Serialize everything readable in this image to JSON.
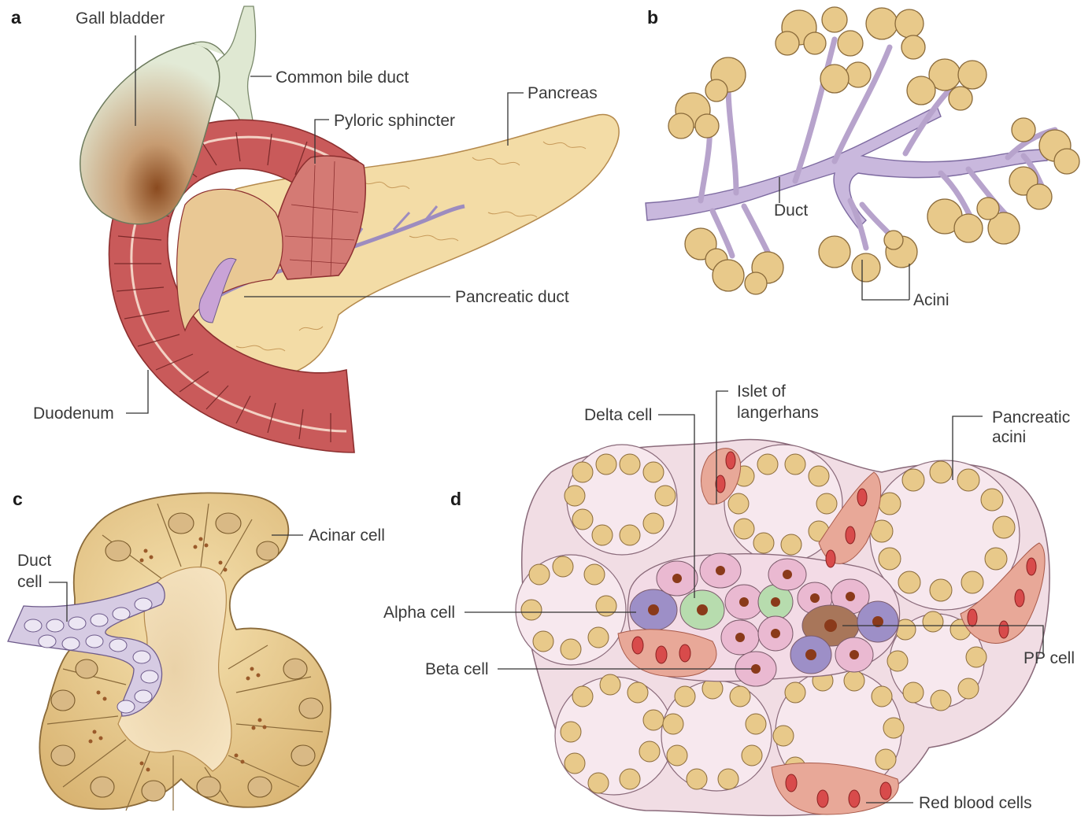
{
  "panels": {
    "a": "a",
    "b": "b",
    "c": "c",
    "d": "d"
  },
  "labels": {
    "gall_bladder": "Gall bladder",
    "common_bile_duct": "Common bile duct",
    "pyloric_sphincter": "Pyloric sphincter",
    "pancreas": "Pancreas",
    "pancreatic_duct": "Pancreatic duct",
    "duodenum": "Duodenum",
    "duct": "Duct",
    "acini": "Acini",
    "acinar_cell": "Acinar cell",
    "duct_cell_1": "Duct",
    "duct_cell_2": "cell",
    "delta_cell": "Delta cell",
    "islet_1": "Islet of",
    "islet_2": "langerhans",
    "pancreatic_acini_1": "Pancreatic",
    "pancreatic_acini_2": "acini",
    "alpha_cell": "Alpha cell",
    "beta_cell": "Beta cell",
    "pp_cell": "PP cell",
    "red_blood_cells": "Red blood cells"
  },
  "colors": {
    "pancreas": "#f3dca6",
    "duodenum": "#c95a5a",
    "gall_bladder": "#dfe8d2",
    "duct": "#b7a3cc",
    "acinus": "#e8c98a",
    "tissue": "#f1dde4",
    "alpha": "#9d8fc7",
    "beta": "#eab9d1",
    "delta": "#b7dcae",
    "pp": "#a8765a",
    "rbc": "#d84b4b"
  }
}
